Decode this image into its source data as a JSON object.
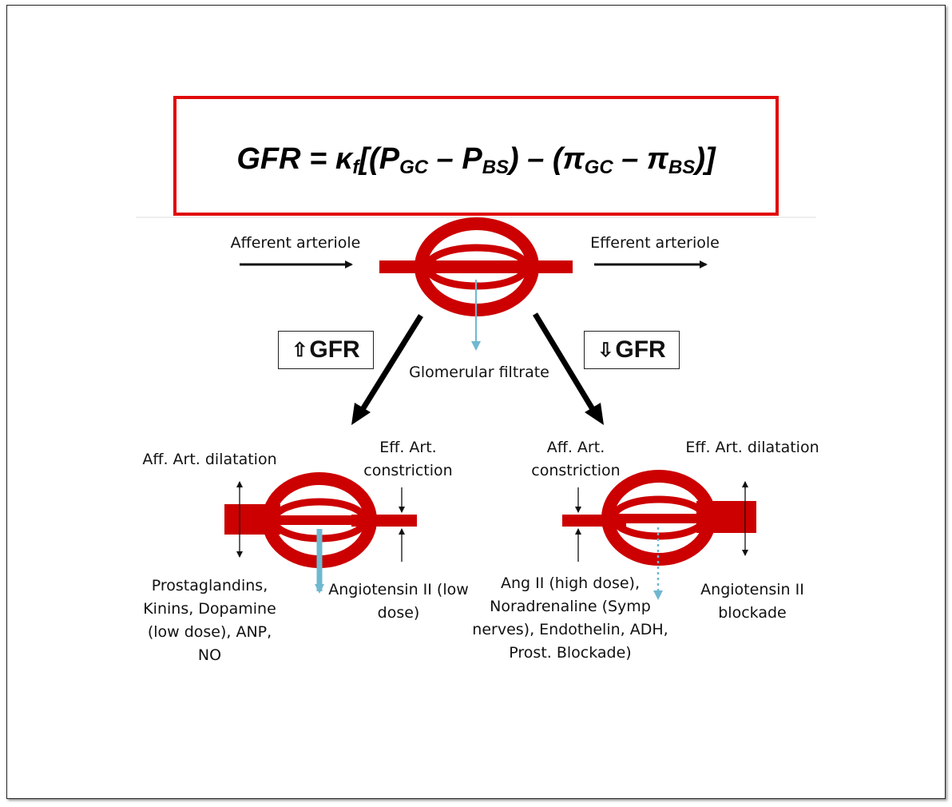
{
  "formula": {
    "gfr": "GFR",
    "equals": " = ",
    "k": "κ",
    "k_sub": "f",
    "open": "[(",
    "p1": "P",
    "p1_sub": "GC",
    "minus1": " – ",
    "p2": "P",
    "p2_sub": "BS",
    "mid": ") – (",
    "pi1": "π",
    "pi1_sub": "GC",
    "minus2": " – ",
    "pi2": "π",
    "pi2_sub": "BS",
    "close": ")]"
  },
  "top": {
    "afferent_label": "Afferent arteriole",
    "efferent_label": "Efferent arteriole",
    "filtrate_label": "Glomerular filtrate"
  },
  "increase": {
    "icon": "up-outline-arrow-icon",
    "arrow": "⇧",
    "label": "GFR",
    "aff_label": "Aff. Art. dilatation",
    "eff_label": "Eff. Art.\nconstriction",
    "causes_aff": "Prostaglandins,\nKinins, Dopamine\n(low dose), ANP,\nNO",
    "causes_eff": "Angiotensin II (low\ndose)"
  },
  "decrease": {
    "icon": "down-outline-arrow-icon",
    "arrow": "⇩",
    "label": "GFR",
    "aff_label": "Aff. Art.\nconstriction",
    "eff_label": "Eff. Art. dilatation",
    "causes_aff": "Ang II (high dose),\nNoradrenaline (Symp\nnerves), Endothelin, ADH,\nProst. Blockade)",
    "causes_eff": "Angiotensin II\nblockade"
  },
  "colors": {
    "vessel_red": "#cc0000",
    "formula_border": "#e10b0b",
    "filtrate_blue": "#6fb8d0"
  }
}
